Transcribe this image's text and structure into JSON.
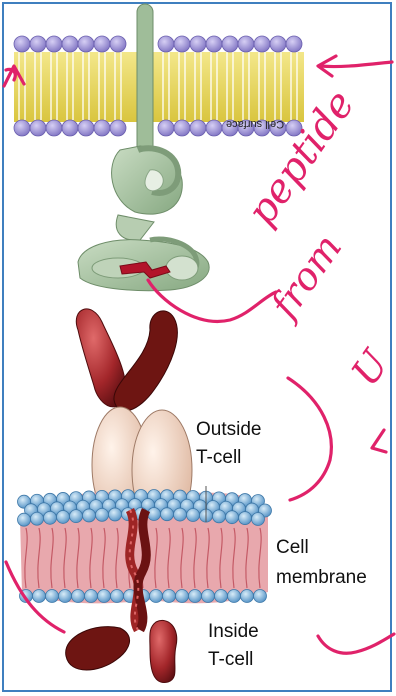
{
  "labels": {
    "cell_surface": "Cell surface",
    "outside_line1": "Outside",
    "outside_line2": "T-cell",
    "membrane_line1": "Cell",
    "membrane_line2": "membrane",
    "inside_line1": "Inside",
    "inside_line2": "T-cell"
  },
  "handwriting": {
    "word1": "peptide",
    "word2": "from",
    "word3": "U"
  },
  "colors": {
    "frame": "#3f7fbf",
    "lipid_head_top": "#9a8fd6",
    "lipid_tail_top": "#e8d85a",
    "mhc": "#a9c4a2",
    "peptide": "#b2142a",
    "tcr_red": "#8e1a1a",
    "tcr_pale": "#f2d6c6",
    "lipid_head_bottom": "#7fb6de",
    "lipid_tail_bottom": "#e59aa0",
    "ink": "#e0226a"
  }
}
